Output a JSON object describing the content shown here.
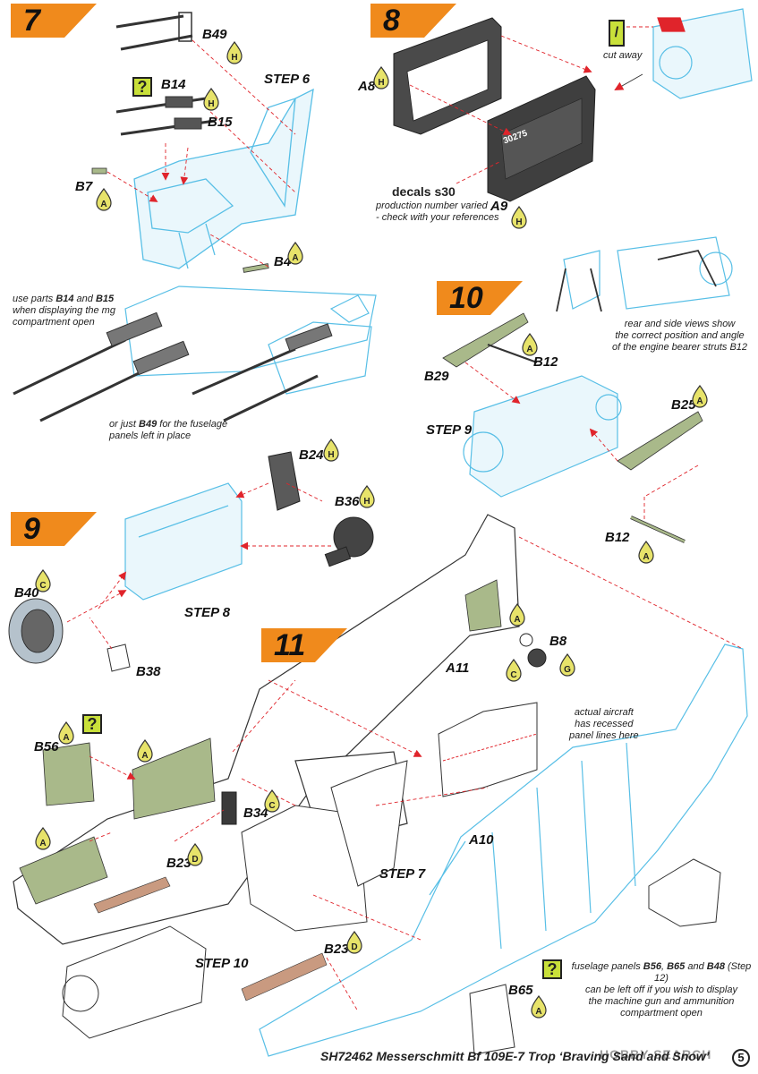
{
  "steps": {
    "s7": "7",
    "s8": "8",
    "s9": "9",
    "s10": "10",
    "s11": "11"
  },
  "subassembly_labels": {
    "step6": "STEP 6",
    "step9": "STEP 9",
    "step8": "STEP 8",
    "step7": "STEP 7",
    "step10": "STEP 10"
  },
  "parts": {
    "B49": "B49",
    "B14": "B14",
    "B15": "B15",
    "B7": "B7",
    "B4": "B4",
    "A8": "A8",
    "A9": "A9",
    "B29": "B29",
    "B12a": "B12",
    "B25": "B25",
    "B12b": "B12",
    "B24": "B24",
    "B36": "B36",
    "B40": "B40",
    "B38": "B38",
    "B8": "B8",
    "A11": "A11",
    "B56": "B56",
    "B34": "B34",
    "B23a": "B23",
    "B23b": "B23",
    "A10": "A10",
    "B65": "B65"
  },
  "badges": {
    "b49": "H",
    "b14": "H",
    "b7": "A",
    "b4": "A",
    "a8": "H",
    "a9": "H",
    "b12a": "A",
    "b25": "A",
    "b12b": "A",
    "b24": "H",
    "b36": "H",
    "b40": "C",
    "a11": "A",
    "b8c": "C",
    "b8g": "G",
    "b56": "A",
    "b56b": "A",
    "b34": "C",
    "b23a": "A",
    "b23ad": "D",
    "b23b": "D",
    "b65": "A"
  },
  "notes": {
    "cut_away": "cut away",
    "decals_title": "decals s30",
    "decals_line1": "production number varied",
    "decals_line2": "- check with your references",
    "decal_serial": "30275",
    "mg_use_a": "use parts ",
    "mg_b14": "B14",
    "mg_and": " and ",
    "mg_b15": "B15",
    "mg_use_b": "when displaying the mg",
    "mg_use_c": "compartment open",
    "mg_or_a": "or just ",
    "mg_b49": "B49",
    "mg_or_b": " for the fuselage",
    "mg_or_c": "panels left in place",
    "rear_side_1": "rear and side views show",
    "rear_side_2": "the correct position and angle",
    "rear_side_3": "of the engine bearer struts B12",
    "recessed_1": "actual aircraft",
    "recessed_2": "has recessed",
    "recessed_3": "panel lines here",
    "fuselage_1a": "fuselage panels ",
    "fuselage_b56": "B56",
    "fuselage_c": ", ",
    "fuselage_b65": "B65",
    "fuselage_and": " and ",
    "fuselage_b48": "B48",
    "fuselage_1b": " (Step 12)",
    "fuselage_2": "can be left off if you wish to display",
    "fuselage_3": "the machine gun and ammunition",
    "fuselage_4": "compartment open"
  },
  "help_marks": {
    "q1": "?",
    "q2": "?",
    "q3": "?"
  },
  "cut_mark": "/",
  "footer": {
    "title": "SH72462 Messerschmitt Bf 109E-7 Trop ‘Braving Sand and Snow’",
    "page": "5",
    "watermark": "HOBBY SEARCH"
  },
  "colors": {
    "step_flag": "#f08a1c",
    "part_outline_blue": "#58bfe6",
    "part_green": "#a9b98a",
    "part_dark": "#3a3a3a",
    "arrow_red": "#e0242b",
    "guide_red": "#e0242b",
    "help_green": "#c9e03a",
    "badge_yellow": "#e7e36a"
  }
}
